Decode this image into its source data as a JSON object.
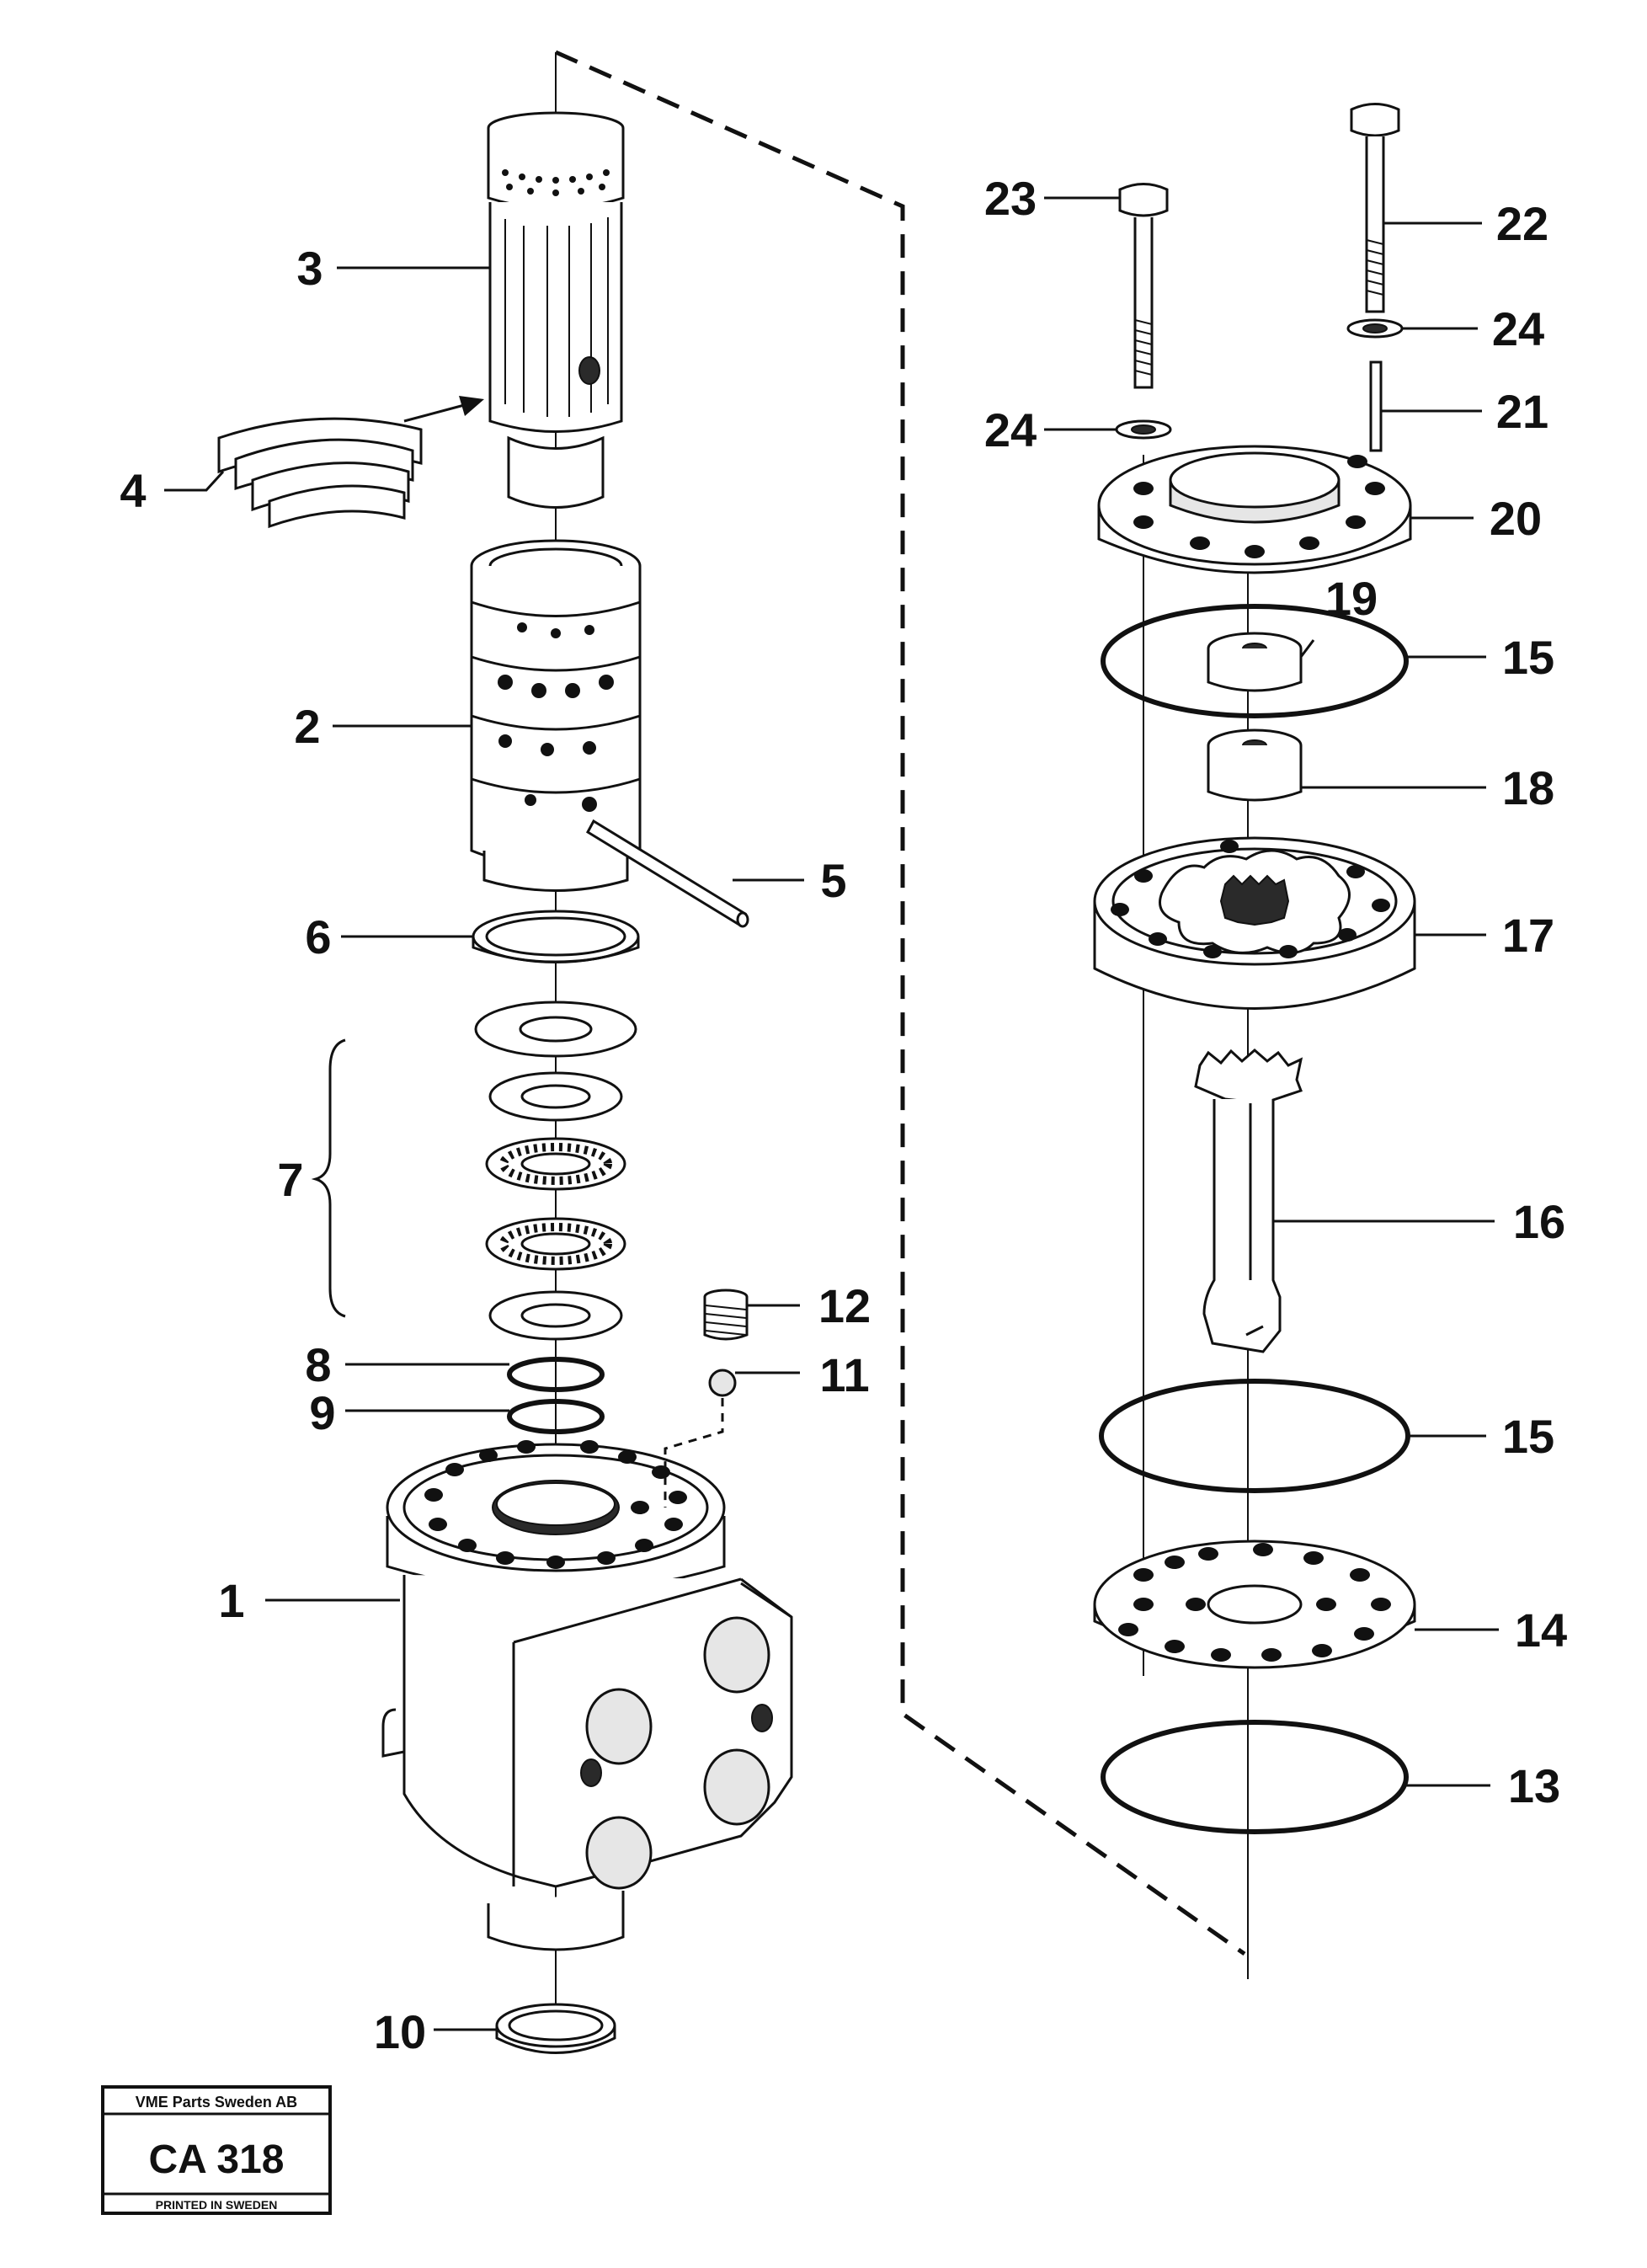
{
  "parts": [
    {
      "number": "1"
    },
    {
      "number": "2"
    },
    {
      "number": "3"
    },
    {
      "number": "4"
    },
    {
      "number": "5"
    },
    {
      "number": "6"
    },
    {
      "number": "7"
    },
    {
      "number": "8"
    },
    {
      "number": "9"
    },
    {
      "number": "10"
    },
    {
      "number": "11"
    },
    {
      "number": "12"
    },
    {
      "number": "13"
    },
    {
      "number": "14"
    },
    {
      "number": "15"
    },
    {
      "number": "15"
    },
    {
      "number": "16"
    },
    {
      "number": "17"
    },
    {
      "number": "18"
    },
    {
      "number": "19"
    },
    {
      "number": "20"
    },
    {
      "number": "21"
    },
    {
      "number": "22"
    },
    {
      "number": "23"
    },
    {
      "number": "24"
    },
    {
      "number": "24"
    }
  ],
  "stamp": {
    "company": "VME Parts Sweden AB",
    "code": "CA 318",
    "printed": "PRINTED IN SWEDEN"
  },
  "colors": {
    "ink": "#111111",
    "paper": "#ffffff"
  }
}
